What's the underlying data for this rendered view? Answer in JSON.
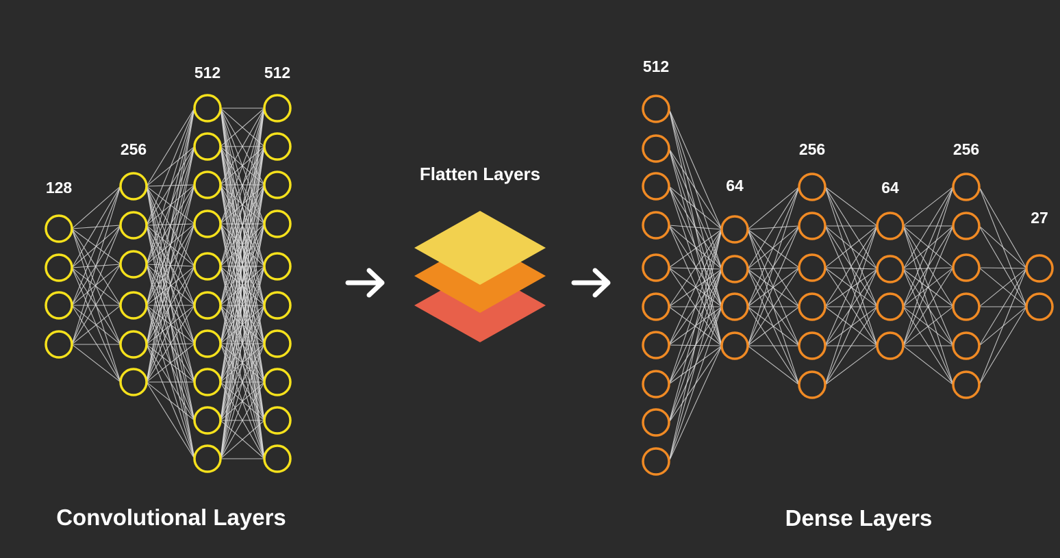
{
  "colors": {
    "background": "#2b2b2b",
    "conv_node": "#f5e11c",
    "dense_node": "#f08a24",
    "edge": "#d9d9d9",
    "text": "#ffffff",
    "flatten_top": "#f2d14f",
    "flatten_middle": "#f08a1e",
    "flatten_bottom": "#e8604a"
  },
  "convolutional": {
    "title": "Convolutional Layers",
    "layers": [
      {
        "label": "128",
        "nodes": 4
      },
      {
        "label": "256",
        "nodes": 6
      },
      {
        "label": "512",
        "nodes": 10
      },
      {
        "label": "512",
        "nodes": 10
      }
    ]
  },
  "flatten": {
    "title": "Flatten Layers",
    "icon": "stacked-layers-icon"
  },
  "arrows": [
    "arrow-right-icon",
    "arrow-right-icon"
  ],
  "dense": {
    "title": "Dense Layers",
    "layers": [
      {
        "label": "512",
        "nodes": 10
      },
      {
        "label": "64",
        "nodes": 4
      },
      {
        "label": "256",
        "nodes": 6
      },
      {
        "label": "64",
        "nodes": 4
      },
      {
        "label": "256",
        "nodes": 6
      },
      {
        "label": "27",
        "nodes": 2
      }
    ]
  }
}
